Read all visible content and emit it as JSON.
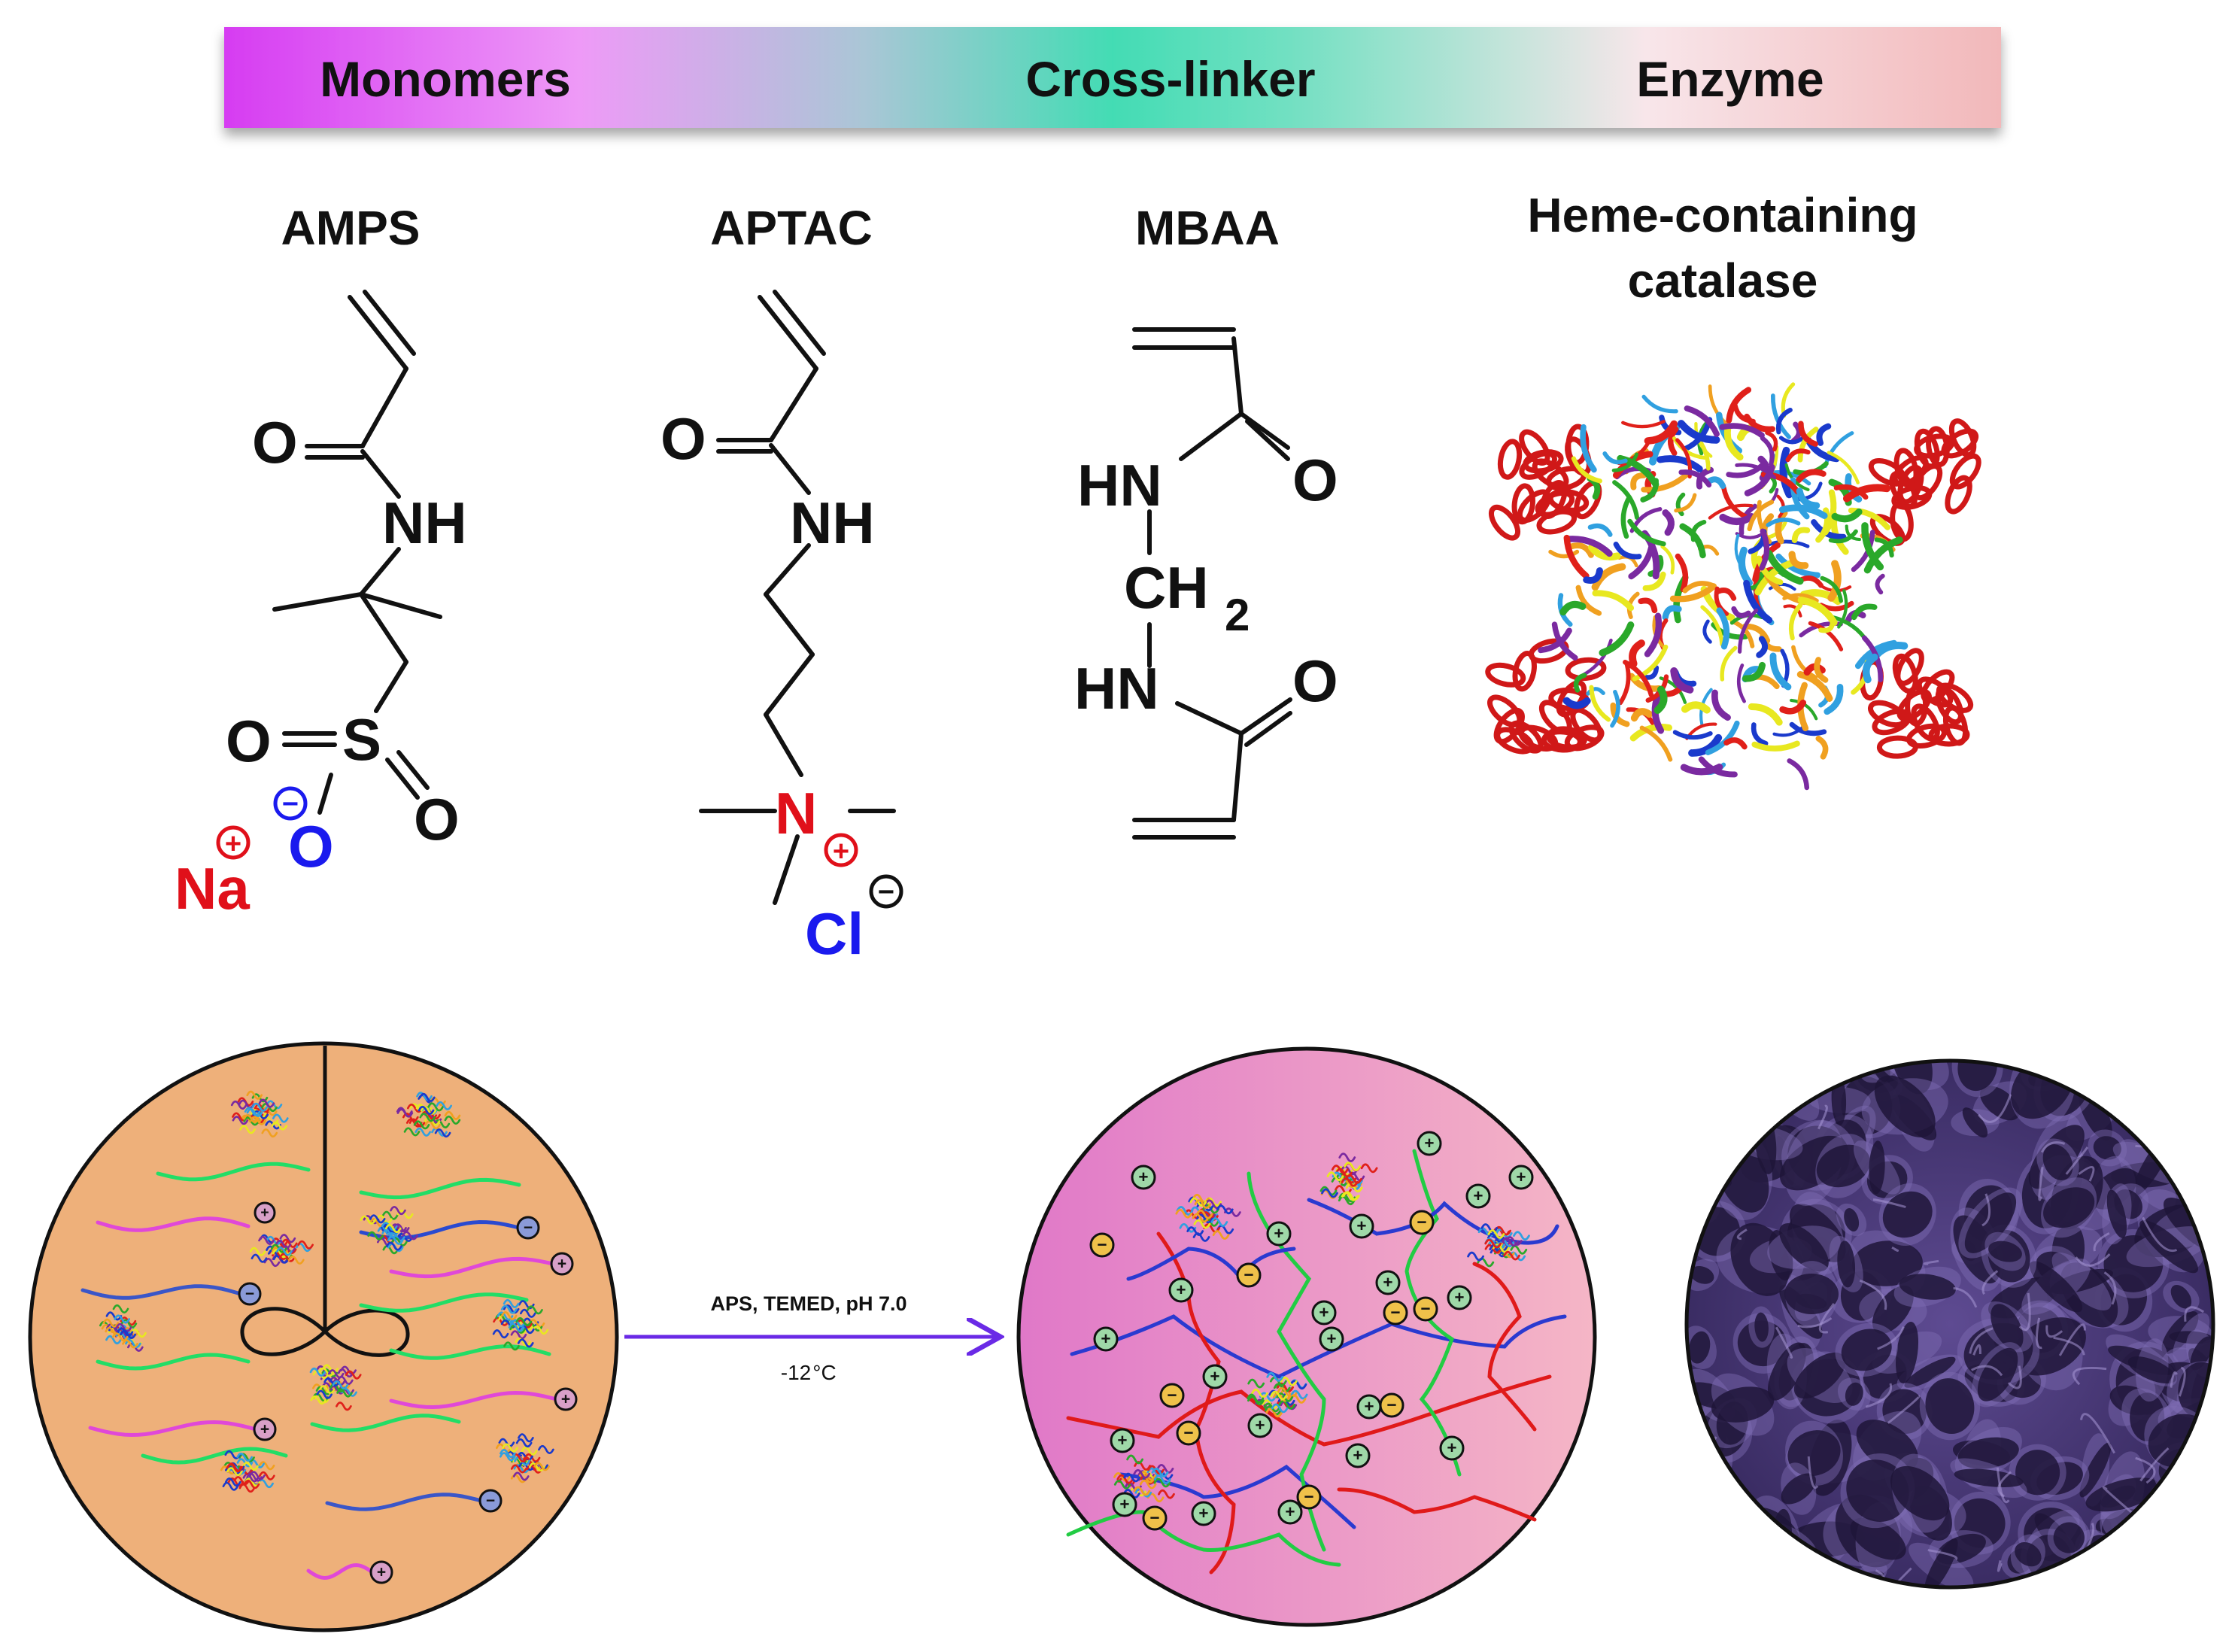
{
  "banner": {
    "segments": [
      "Monomers",
      "Cross-linker",
      "Enzyme"
    ],
    "gradient": [
      "#d63cf2",
      "#ee9af7",
      "#aac6d6",
      "#43dcb4",
      "#72e0c2",
      "#f8e6ea",
      "#f2b8ba"
    ]
  },
  "compounds": [
    {
      "name": "AMPS"
    },
    {
      "name": "APTAC"
    },
    {
      "name": "MBAA"
    },
    {
      "name_lines": [
        "Heme-containing",
        "catalase"
      ]
    }
  ],
  "atoms": {
    "amps": {
      "o_carbonyl": "O",
      "nh": "NH",
      "s": "S",
      "o_s1": "O",
      "o_s2": "O",
      "o_minus": "O",
      "minus": "−",
      "na": "Na",
      "plus": "+"
    },
    "aptac": {
      "o_carbonyl": "O",
      "nh": "NH",
      "n": "N",
      "plus": "+",
      "cl": "Cl",
      "minus": "−"
    },
    "mbaa": {
      "hn1": "HN",
      "o1": "O",
      "ch": "CH",
      "sub2": "2",
      "hn2": "HN",
      "o2": "O"
    }
  },
  "reaction": {
    "conditions": "APS, TEMED, pH 7.0",
    "temperature": "-12",
    "degree": "°C"
  },
  "charges": {
    "plus": "+",
    "minus": "−"
  },
  "colors": {
    "cation": "#e0101a",
    "anion": "#1a1aee",
    "arrow": "#6a2ae6",
    "solution_fill": "#eeb07a",
    "gel_fill_light": "#f5b6c6",
    "gel_fill_dark": "#e078c8",
    "sem_fill": "#4a3a7a",
    "positive_bead": "#9fd8a8",
    "negative_bead": "#efc14a"
  }
}
